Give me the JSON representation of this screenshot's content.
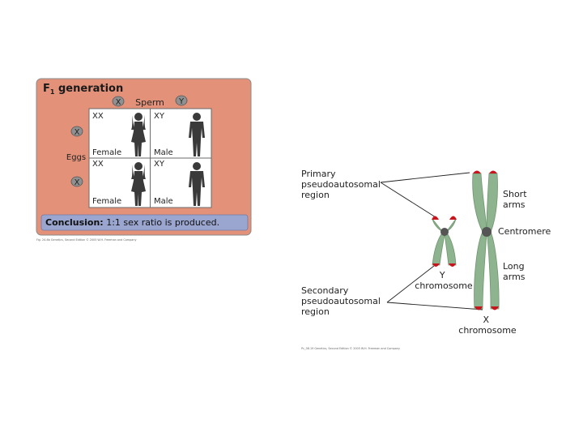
{
  "punnett": {
    "title_f": "F",
    "title_sub": "1",
    "title_rest": " generation",
    "sperm_label": "Sperm",
    "sperm_x": "X",
    "sperm_y": "Y",
    "eggs_label": "Eggs",
    "egg_x1": "X",
    "egg_x2": "X",
    "cells": [
      {
        "genotype": "XX",
        "sex": "Female"
      },
      {
        "genotype": "XY",
        "sex": "Male"
      },
      {
        "genotype": "XX",
        "sex": "Female"
      },
      {
        "genotype": "XY",
        "sex": "Male"
      }
    ],
    "conclusion_bold": "Conclusion:",
    "conclusion_rest": " 1:1 sex ratio is produced.",
    "credit": "Fig. 24-6b  Genetics, Second Edition © 2005 W.H. Freeman and Company"
  },
  "chromosomes": {
    "primary_line1": "Primary",
    "primary_line2": "pseudoautosomal",
    "primary_line3": "region",
    "secondary_line1": "Secondary",
    "secondary_line2": "pseudoautosomal",
    "secondary_line3": "region",
    "short_line1": "Short",
    "short_line2": "arms",
    "centromere": "Centromere",
    "long_line1": "Long",
    "long_line2": "arms",
    "y_line1": "Y",
    "y_line2": "chromosome",
    "x_line1": "X",
    "x_line2": "chromosome",
    "credit": "Pc_08.19  Genetics, Second Edition © 2005 W.H. Freeman and Company"
  },
  "colors": {
    "panel_bg": "#e4917a",
    "conclusion_bg": "#9aa6cf",
    "chromosome_green": "#8db38f",
    "tip_red": "#c8141c",
    "centromere_gray": "#555555"
  }
}
